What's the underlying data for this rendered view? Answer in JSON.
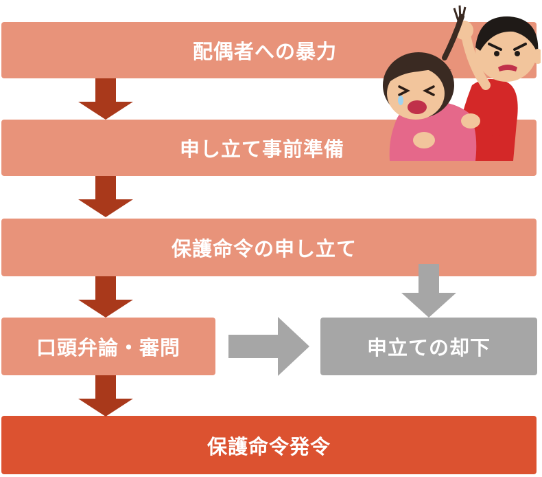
{
  "flow": {
    "step1": "配偶者への暴力",
    "step2": "申し立て事前準備",
    "step3": "保護命令の申し立て",
    "step4": "口頭弁論・審問",
    "rejection": "申立ての却下",
    "result": "保護命令発令"
  },
  "colors": {
    "step_box": "#e8937a",
    "result_box": "#dc5230",
    "rejection_box": "#a6a6a6",
    "down_arrow": "#a9391b",
    "grey_arrow": "#a6a6a6"
  },
  "illustration": "domestic-violence-illustration"
}
